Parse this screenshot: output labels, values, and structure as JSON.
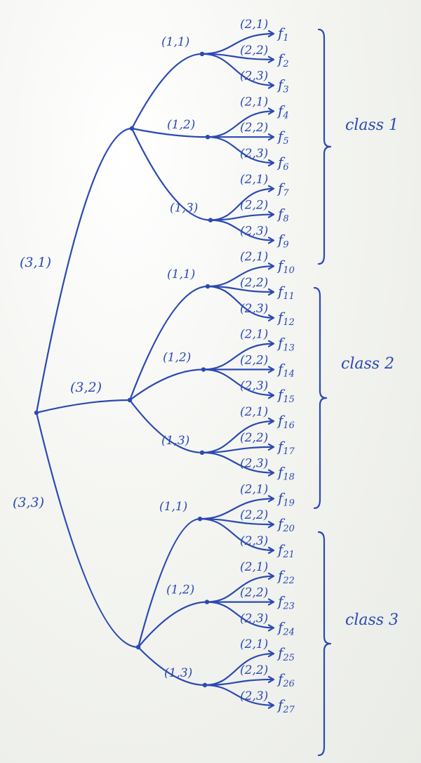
{
  "root": {
    "branches": [
      {
        "label": "(3,1)",
        "children": [
          {
            "label": "(1,1)",
            "leaves": [
              {
                "label": "(2,1)",
                "f": "1"
              },
              {
                "label": "(2,2)",
                "f": "2"
              },
              {
                "label": "(2,3)",
                "f": "3"
              }
            ]
          },
          {
            "label": "(1,2)",
            "leaves": [
              {
                "label": "(2,1)",
                "f": "4"
              },
              {
                "label": "(2,2)",
                "f": "5"
              },
              {
                "label": "(2,3)",
                "f": "6"
              }
            ]
          },
          {
            "label": "(1,3)",
            "leaves": [
              {
                "label": "(2,1)",
                "f": "7"
              },
              {
                "label": "(2,2)",
                "f": "8"
              },
              {
                "label": "(2,3)",
                "f": "9"
              }
            ]
          }
        ]
      },
      {
        "label": "(3,2)",
        "children": [
          {
            "label": "(1,1)",
            "leaves": [
              {
                "label": "(2,1)",
                "f": "10"
              },
              {
                "label": "(2,2)",
                "f": "11"
              },
              {
                "label": "(2,3)",
                "f": "12"
              }
            ]
          },
          {
            "label": "(1,2)",
            "leaves": [
              {
                "label": "(2,1)",
                "f": "13"
              },
              {
                "label": "(2,2)",
                "f": "14"
              },
              {
                "label": "(2,3)",
                "f": "15"
              }
            ]
          },
          {
            "label": "(1,3)",
            "leaves": [
              {
                "label": "(2,1)",
                "f": "16"
              },
              {
                "label": "(2,2)",
                "f": "17"
              },
              {
                "label": "(2,3)",
                "f": "18"
              }
            ]
          }
        ]
      },
      {
        "label": "(3,3)",
        "children": [
          {
            "label": "(1,1)",
            "leaves": [
              {
                "label": "(2,1)",
                "f": "19"
              },
              {
                "label": "(2,2)",
                "f": "20"
              },
              {
                "label": "(2,3)",
                "f": "21"
              }
            ]
          },
          {
            "label": "(1,2)",
            "leaves": [
              {
                "label": "(2,1)",
                "f": "22"
              },
              {
                "label": "(2,2)",
                "f": "23"
              },
              {
                "label": "(2,3)",
                "f": "24"
              }
            ]
          },
          {
            "label": "(1,3)",
            "leaves": [
              {
                "label": "(2,1)",
                "f": "25"
              },
              {
                "label": "(2,2)",
                "f": "26"
              },
              {
                "label": "(2,3)",
                "f": "27"
              }
            ]
          }
        ]
      }
    ]
  },
  "leaf_prefix": "f",
  "classes": [
    "class 1",
    "class 2",
    "class 3"
  ],
  "colors": {
    "ink": "#2a49b3",
    "board": "#f3f4ef"
  }
}
